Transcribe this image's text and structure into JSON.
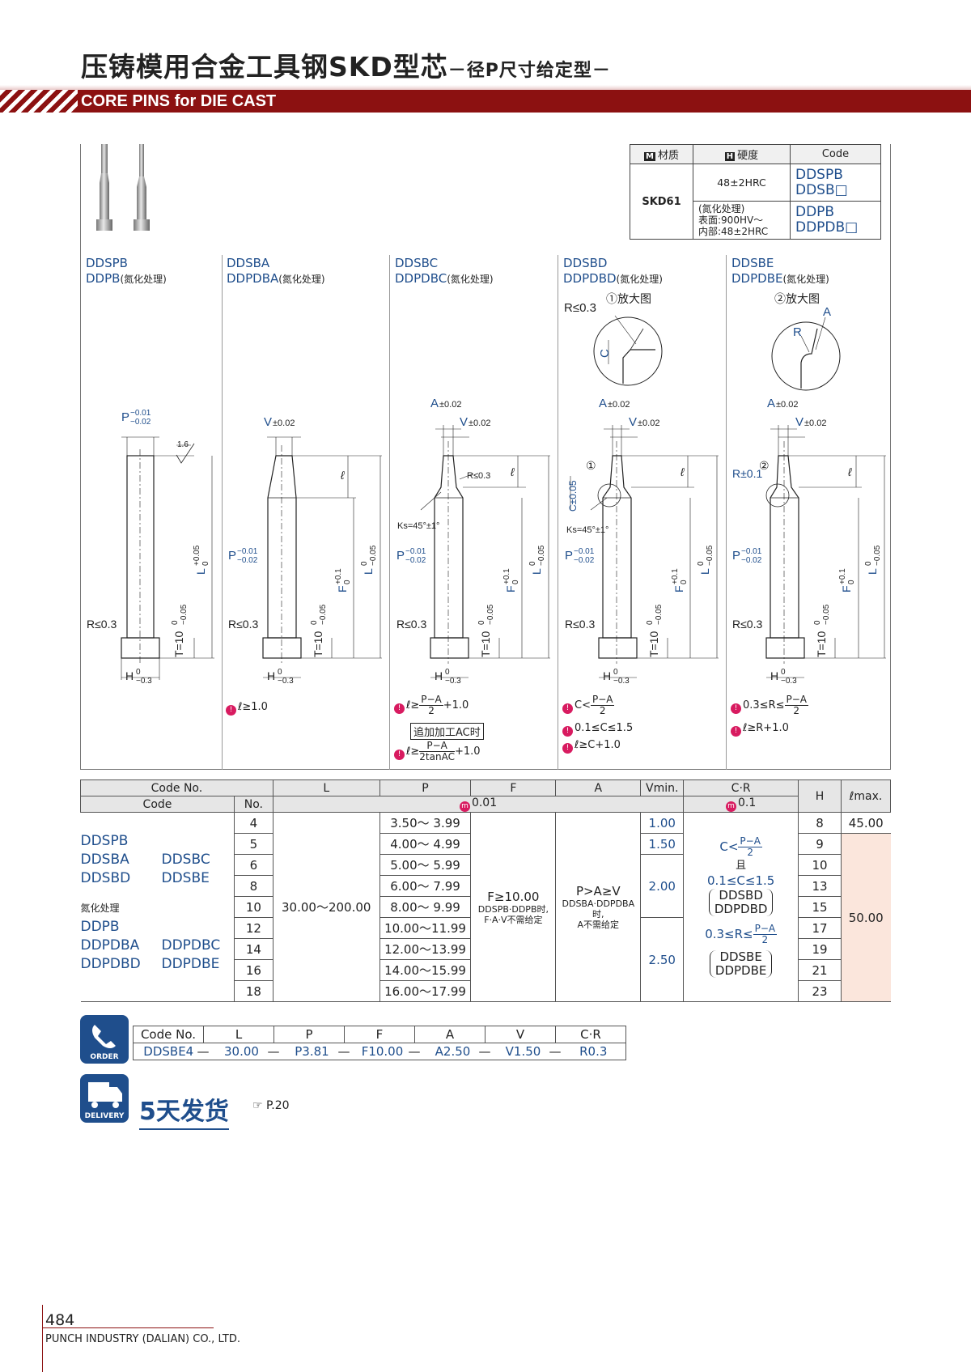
{
  "header": {
    "title_main": "压铸模用合金工具钢SKD型芯",
    "title_sub": "－径P尺寸给定型－",
    "title_en": "CORE PINS for DIE CAST"
  },
  "material_table": {
    "head_material": "材质",
    "head_hardness": "硬度",
    "head_code": "Code",
    "tag_m": "M",
    "tag_h": "H",
    "material": "SKD61",
    "row1_hardness": "48±2HRC",
    "row1_code1": "DDSPB",
    "row1_code2": "DDSB□",
    "row2_hardness_1": "(氮化处理)",
    "row2_hardness_2": "表面:900HV～",
    "row2_hardness_3": "内部:48±2HRC",
    "row2_code1": "DDPB",
    "row2_code2": "DDPDB□"
  },
  "columns": [
    {
      "code1": "DDSPB",
      "code2": "DDPB",
      "treat": "(氮化处理)"
    },
    {
      "code1": "DDSBA",
      "code2": "DDPDBA",
      "treat": "(氮化处理)"
    },
    {
      "code1": "DDSBC",
      "code2": "DDPDBC",
      "treat": "(氮化处理)"
    },
    {
      "code1": "DDSBD",
      "code2": "DDPDBD",
      "treat": "(氮化处理)"
    },
    {
      "code1": "DDSBE",
      "code2": "DDPDBE",
      "treat": "(氮化处理)"
    }
  ],
  "drawing": {
    "detail1": "①放大图",
    "detail2": "②放大图",
    "r03": "R≤0.3",
    "c": "C",
    "a": "A",
    "r": "R",
    "p_tol_top": "P",
    "tol_p_up": "−0.01",
    "tol_p_low": "−0.02",
    "roughness": "1.6",
    "v_tol": "V",
    "v_tol_val": "±0.02",
    "a_tol": "A",
    "a_tol_val": "±0.02",
    "ell": "ℓ",
    "l_label": "L",
    "l_tol_up": "+0.05",
    "l_tol_low": "0",
    "l_tol2_up": "0",
    "l_tol2_low": "−0.05",
    "f_label": "F",
    "f_tol_up": "+0.1",
    "f_tol_low": "0",
    "t_label": "T=10",
    "t_tol_up": "0",
    "t_tol_low": "−0.05",
    "h_label": "H",
    "h_tol_up": "0",
    "h_tol_low": "−0.3",
    "ks": "Ks=45°±1°",
    "r03_small": "R≤0.3",
    "c_tol": "C±0.05",
    "r_tol": "R±0.1",
    "circle1": "①",
    "circle2": "②"
  },
  "notes": {
    "c1": "ℓ≥1.0",
    "c3_pre": "ℓ≥",
    "frac_num": "P−A",
    "frac_den": "2",
    "c3_post": "+1.0",
    "c3_box": "追加加工AC时",
    "c3b_den": "2tanAC",
    "c4a_pre": "C<",
    "c4b": "0.1≤C≤1.5",
    "c4c": "ℓ≥C+1.0",
    "c5a_pre": "0.3≤R≤",
    "c5b": "ℓ≥R+1.0",
    "icon": "!"
  },
  "spec_table": {
    "h_codeno": "Code No.",
    "h_code": "Code",
    "h_no": "No.",
    "h_l": "L",
    "h_p": "P",
    "h_f": "F",
    "h_a": "A",
    "h_vmin": "Vmin.",
    "h_cr": "C·R",
    "h_h": "H",
    "h_lmax": "ℓmax.",
    "unit_p": "0.01",
    "unit_cr": "0.1",
    "unit_icon": "m",
    "codes_a": [
      "DDSPB",
      "DDSBA",
      "DDSBD"
    ],
    "codes_b": [
      "",
      "DDSBC",
      "DDSBE"
    ],
    "treat_label": "氮化处理",
    "codes_c": [
      "DDPB",
      "DDPDBA",
      "DDPDBD"
    ],
    "codes_d": [
      "",
      "DDPDBC",
      "DDPDBE"
    ],
    "rows": [
      {
        "no": "4",
        "p": "3.50～ 3.99",
        "h": "8"
      },
      {
        "no": "5",
        "p": "4.00～ 4.99",
        "h": "9"
      },
      {
        "no": "6",
        "p": "5.00～ 5.99",
        "h": "10"
      },
      {
        "no": "8",
        "p": "6.00～ 7.99",
        "h": "13"
      },
      {
        "no": "10",
        "p": "8.00～ 9.99",
        "h": "15"
      },
      {
        "no": "12",
        "p": "10.00～11.99",
        "h": "17"
      },
      {
        "no": "14",
        "p": "12.00～13.99",
        "h": "19"
      },
      {
        "no": "16",
        "p": "14.00～15.99",
        "h": "21"
      },
      {
        "no": "18",
        "p": "16.00～17.99",
        "h": "23"
      }
    ],
    "l_range": "30.00～200.00",
    "f_main": "F≥10.00",
    "f_note": "DDSPB·DDPB时,\nF·A·V不需给定",
    "a_main": "P>A≥V",
    "a_note": "DDSBA·DDPDBA时,\nA不需给定",
    "vmin_1": "1.00",
    "vmin_2": "1.50",
    "vmin_3": "2.00",
    "vmin_4": "2.50",
    "cr_c_pre": "C<",
    "cr_and": "且",
    "cr_c_range": "0.1≤C≤1.5",
    "cr_c_codes1": "DDSBD",
    "cr_c_codes2": "DDPDBD",
    "cr_r_pre": "0.3≤R≤",
    "cr_r_codes1": "DDSBE",
    "cr_r_codes2": "DDPDBE",
    "lmax_1": "45.00",
    "lmax_2": "50.00"
  },
  "order": {
    "icon_label": "ORDER",
    "headers": [
      "Code No.",
      "L",
      "P",
      "F",
      "A",
      "V",
      "C·R"
    ],
    "values": [
      "DDSBE4",
      "30.00",
      "P3.81",
      "F10.00",
      "A2.50",
      "V1.50",
      "R0.3"
    ],
    "dash": "—"
  },
  "delivery": {
    "icon_label": "DELIVERY",
    "text": "5天发货",
    "ref": "☞ P.20"
  },
  "footer": {
    "page_no": "484",
    "company": "PUNCH INDUSTRY (DALIAN) CO., LTD."
  }
}
